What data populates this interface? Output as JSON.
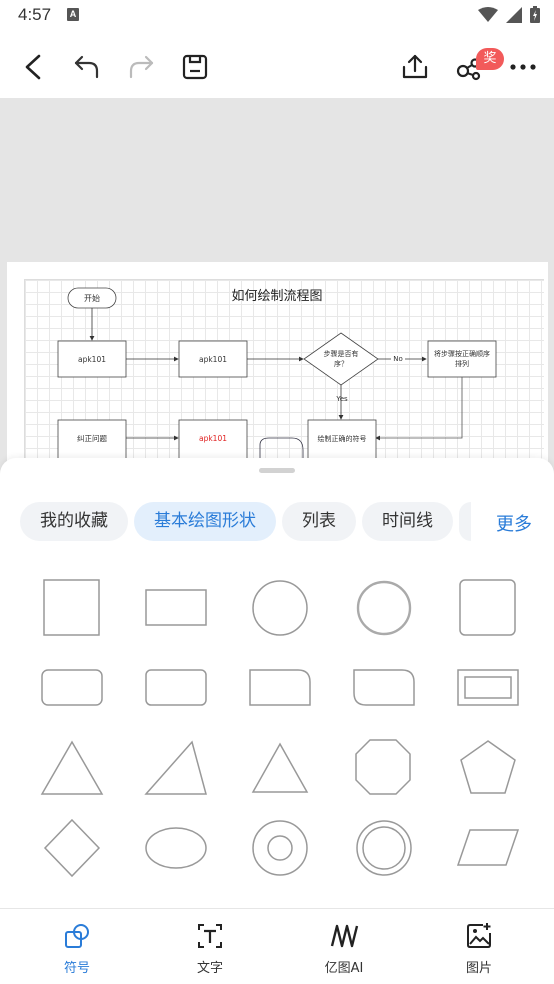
{
  "status_bar": {
    "time": "4:57",
    "notification_letter": "A"
  },
  "toolbar": {
    "badge": "奖"
  },
  "diagram": {
    "title": "如何绘制流程图",
    "nodes": {
      "start": "开始",
      "apk1": "apk101",
      "apk2": "apk101",
      "decision": "步骤是否有序？",
      "sort": "将步骤按正确顺序排列",
      "fix": "纠正问题",
      "apk3": "apk101",
      "draw": "绘制正确的符号"
    },
    "edge_labels": {
      "no": "No",
      "yes": "Yes"
    },
    "colors": {
      "highlight": "#e02020"
    }
  },
  "sheet": {
    "tabs": [
      "我的收藏",
      "基本绘图形状",
      "列表",
      "时间线"
    ],
    "active_tab": "基本绘图形状",
    "more": "更多",
    "shapes": [
      "square",
      "rectangle",
      "circle",
      "circle-soft",
      "rounded-square",
      "rounded-rectangle",
      "rounded-rectangle-alt",
      "corner-rounded-right",
      "corner-rounded-diagonal",
      "framed-rectangle",
      "triangle",
      "right-triangle",
      "triangle-small",
      "octagon",
      "pentagon",
      "diamond",
      "ellipse",
      "ring",
      "double-circle",
      "parallelogram"
    ]
  },
  "bottom_nav": [
    {
      "label": "符号",
      "icon": "shapes-icon",
      "active": true
    },
    {
      "label": "文字",
      "icon": "text-icon",
      "active": false
    },
    {
      "label": "亿图AI",
      "icon": "ai-icon",
      "active": false
    },
    {
      "label": "图片",
      "icon": "image-icon",
      "active": false
    }
  ],
  "colors": {
    "accent": "#2a7cd8",
    "badge": "#f25a5a",
    "canvas_bg": "#e5e5e5"
  }
}
